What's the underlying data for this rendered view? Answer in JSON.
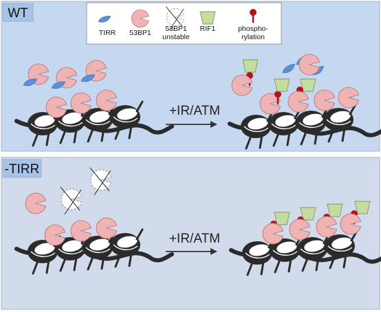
{
  "panels": {
    "top": {
      "label": "WT"
    },
    "bottom": {
      "label": "-TIRR"
    }
  },
  "legend": {
    "items": [
      {
        "icon": "tirr-icon",
        "label_lines": [
          "TIRR"
        ]
      },
      {
        "icon": "53bp1-icon",
        "label_lines": [
          "53BP1"
        ]
      },
      {
        "icon": "53bp1-unstable-icon",
        "label_lines": [
          "53BP1",
          "unstable"
        ]
      },
      {
        "icon": "rif1-icon",
        "label_lines": [
          "RIF1"
        ]
      },
      {
        "icon": "phosphorylation-icon",
        "label_lines": [
          "phospho-",
          "rylation"
        ]
      }
    ]
  },
  "arrows": {
    "top": {
      "label": "+IR/ATM"
    },
    "bottom": {
      "label": "+IR/ATM"
    }
  },
  "colors": {
    "top_panel_bg": "#c6d8ef",
    "bottom_panel_bg": "#d2dbec",
    "panel_border": "#a9bbd6",
    "label_box": "#a8c3e6",
    "bp1_pink": "#f0b3b3",
    "bp1_stroke": "#b77777",
    "tirr_blue": "#5b8fd6",
    "rif1_green": "#c5dba0",
    "phospho_red": "#b3121b",
    "chromatin": "#2b2b2b"
  }
}
